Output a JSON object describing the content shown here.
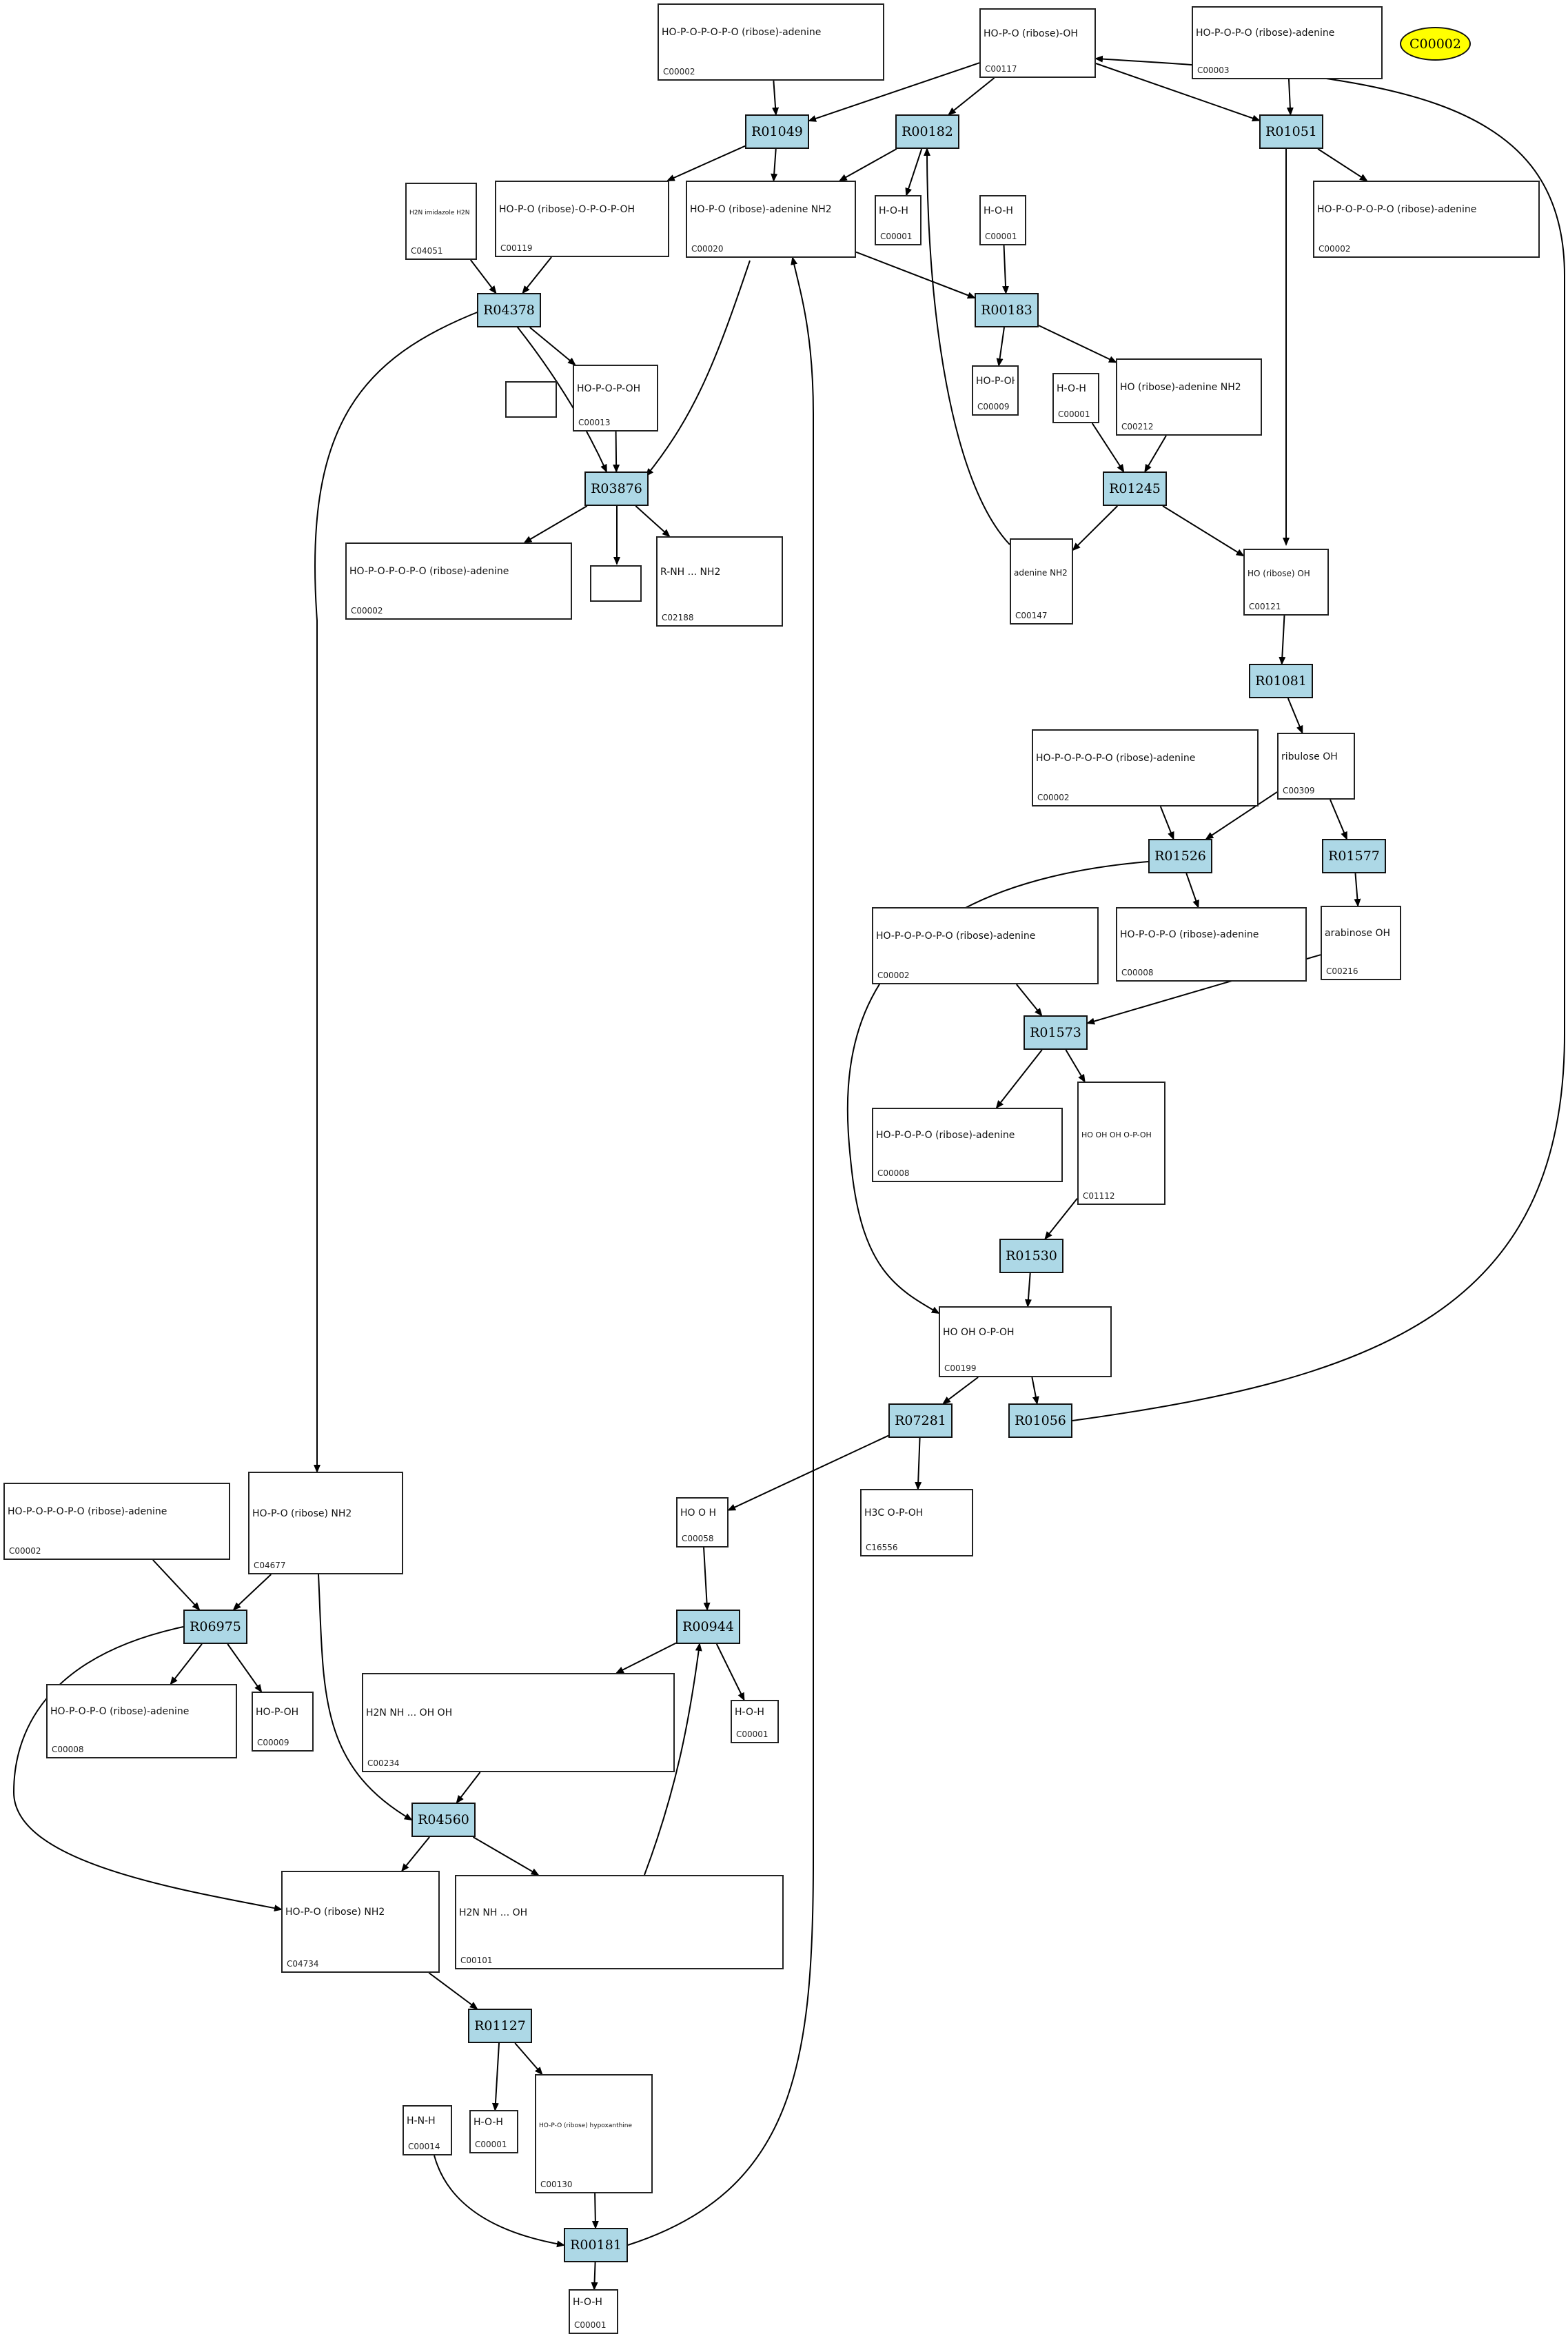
{
  "highlight": {
    "label": "C00002"
  },
  "reactions": [
    {
      "id": "R01049",
      "label": "R01049"
    },
    {
      "id": "R00182",
      "label": "R00182"
    },
    {
      "id": "R01051",
      "label": "R01051"
    },
    {
      "id": "R04378",
      "label": "R04378"
    },
    {
      "id": "R00183",
      "label": "R00183"
    },
    {
      "id": "R03876",
      "label": "R03876"
    },
    {
      "id": "R01245",
      "label": "R01245"
    },
    {
      "id": "R01081",
      "label": "R01081"
    },
    {
      "id": "R01526",
      "label": "R01526"
    },
    {
      "id": "R01577",
      "label": "R01577"
    },
    {
      "id": "R01573",
      "label": "R01573"
    },
    {
      "id": "R01530",
      "label": "R01530"
    },
    {
      "id": "R07281",
      "label": "R07281"
    },
    {
      "id": "R01056",
      "label": "R01056"
    },
    {
      "id": "R06975",
      "label": "R06975"
    },
    {
      "id": "R00944",
      "label": "R00944"
    },
    {
      "id": "R04560",
      "label": "R04560"
    },
    {
      "id": "R01127",
      "label": "R01127"
    },
    {
      "id": "R00181",
      "label": "R00181"
    }
  ],
  "compounds": [
    {
      "key": "c00002_top",
      "id": "C00002",
      "formula": "HO-P-O-P-O-P-O  (ribose)-adenine"
    },
    {
      "key": "c00117",
      "id": "C00117",
      "formula": "HO-P-O  (ribose)-OH"
    },
    {
      "key": "c00003_top",
      "id": "C00003",
      "formula": "HO-P-O-P-O  (ribose)-adenine"
    },
    {
      "key": "c04051",
      "id": "C04051",
      "formula": "H2N  imidazole  H2N"
    },
    {
      "key": "c00119",
      "id": "C00119",
      "formula": "HO-P-O  (ribose)-O-P-O-P-OH"
    },
    {
      "key": "c00020",
      "id": "C00020",
      "formula": "HO-P-O  (ribose)-adenine NH2"
    },
    {
      "key": "c00001_a",
      "id": "C00001",
      "formula": "H-O-H"
    },
    {
      "key": "c00001_b",
      "id": "C00001",
      "formula": "H-O-H"
    },
    {
      "key": "c00002_right",
      "id": "C00002",
      "formula": "HO-P-O-P-O-P-O  (ribose)-adenine"
    },
    {
      "key": "c00013",
      "id": "C00013",
      "formula": "HO-P-O-P-OH"
    },
    {
      "key": "c00009_a",
      "id": "C00009",
      "formula": "HO-P-OH"
    },
    {
      "key": "c00001_c",
      "id": "C00001",
      "formula": "H-O-H"
    },
    {
      "key": "c00212",
      "id": "C00212",
      "formula": "HO  (ribose)-adenine NH2"
    },
    {
      "key": "c00002_mid",
      "id": "C00002",
      "formula": "HO-P-O-P-O-P-O  (ribose)-adenine"
    },
    {
      "key": "c02188",
      "id": "C02188",
      "formula": "R-NH  ...  NH2"
    },
    {
      "key": "c00147",
      "id": "C00147",
      "formula": "adenine  NH2"
    },
    {
      "key": "c00121",
      "id": "C00121",
      "formula": "HO  (ribose)  OH"
    },
    {
      "key": "c00002_r1526",
      "id": "C00002",
      "formula": "HO-P-O-P-O-P-O  (ribose)-adenine"
    },
    {
      "key": "c00309",
      "id": "C00309",
      "formula": "ribulose  OH"
    },
    {
      "key": "c00002_r1573",
      "id": "C00002",
      "formula": "HO-P-O-P-O-P-O  (ribose)-adenine"
    },
    {
      "key": "c00008_a",
      "id": "C00008",
      "formula": "HO-P-O-P-O  (ribose)-adenine"
    },
    {
      "key": "c00216",
      "id": "C00216",
      "formula": "arabinose  OH"
    },
    {
      "key": "c00008_b",
      "id": "C00008",
      "formula": "HO-P-O-P-O  (ribose)-adenine"
    },
    {
      "key": "c01112",
      "id": "C01112",
      "formula": "HO  OH  OH  O-P-OH"
    },
    {
      "key": "c00199",
      "id": "C00199",
      "formula": "HO  OH  O-P-OH"
    },
    {
      "key": "c00002_left",
      "id": "C00002",
      "formula": "HO-P-O-P-O-P-O  (ribose)-adenine"
    },
    {
      "key": "c04677",
      "id": "C04677",
      "formula": "HO-P-O  (ribose)  NH2"
    },
    {
      "key": "c00058",
      "id": "C00058",
      "formula": "HO  O  H"
    },
    {
      "key": "c16556",
      "id": "C16556",
      "formula": "H3C  O-P-OH"
    },
    {
      "key": "c00008_c",
      "id": "C00008",
      "formula": "HO-P-O-P-O  (ribose)-adenine"
    },
    {
      "key": "c00009_b",
      "id": "C00009",
      "formula": "HO-P-OH"
    },
    {
      "key": "c00234",
      "id": "C00234",
      "formula": "H2N  NH  ...  OH  OH"
    },
    {
      "key": "c00001_d",
      "id": "C00001",
      "formula": "H-O-H"
    },
    {
      "key": "c04734",
      "id": "C04734",
      "formula": "HO-P-O  (ribose)  NH2"
    },
    {
      "key": "c00101",
      "id": "C00101",
      "formula": "H2N  NH  ...  OH"
    },
    {
      "key": "c00014",
      "id": "C00014",
      "formula": "H-N-H"
    },
    {
      "key": "c00001_e",
      "id": "C00001",
      "formula": "H-O-H"
    },
    {
      "key": "c00130",
      "id": "C00130",
      "formula": "HO-P-O  (ribose)  hypoxanthine"
    },
    {
      "key": "c00001_f",
      "id": "C00001",
      "formula": "H-O-H"
    }
  ]
}
